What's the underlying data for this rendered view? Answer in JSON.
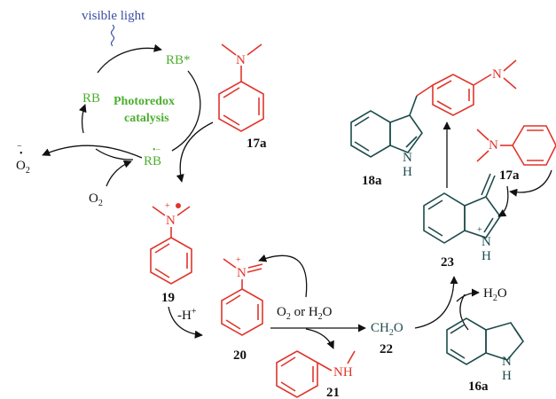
{
  "colors": {
    "red": "#e0352b",
    "teal": "#1d4b4b",
    "green": "#4caf30",
    "blue": "#3a4fa0",
    "black": "#111111"
  },
  "light": {
    "label": "visible light"
  },
  "cycle": {
    "rb_star": "RB*",
    "rb": "RB",
    "rb_radical_anion": "RB",
    "title_line1": "Photoredox",
    "title_line2": "catalysis"
  },
  "reagents": {
    "superoxide": "O",
    "superoxide_sub": "2",
    "oxygen": "O",
    "oxygen_sub": "2",
    "deprotonation": "-H",
    "deprotonation_sup": "+",
    "o2_or_water": "O",
    "o2_or_water_sub": "2",
    "o2_or_water_tail": " or H",
    "o2_or_water_tail_sub": "2",
    "o2_or_water_end": "O",
    "water_product": "H",
    "water_product_sub": "2",
    "water_product_end": "O"
  },
  "compounds": {
    "c17a": {
      "number": "17a",
      "n_label": "N"
    },
    "c17a_second": {
      "number": "17a",
      "n_label": "N"
    },
    "c19": {
      "number": "19",
      "n_label": "N",
      "charge": "+"
    },
    "c20": {
      "number": "20",
      "n_label": "N",
      "charge": "+"
    },
    "c21": {
      "number": "21",
      "nh_label": "NH"
    },
    "c22": {
      "number": "22",
      "formula": "CH",
      "formula_sub": "2",
      "formula_end": "O"
    },
    "c23": {
      "number": "23",
      "n_label": "N",
      "h_label": "H",
      "charge": "+"
    },
    "c16a": {
      "number": "16a",
      "n_label": "N",
      "h_label": "H"
    },
    "c18a": {
      "number": "18a",
      "n_label": "N",
      "h_label": "H",
      "nme2_label": "N"
    }
  }
}
